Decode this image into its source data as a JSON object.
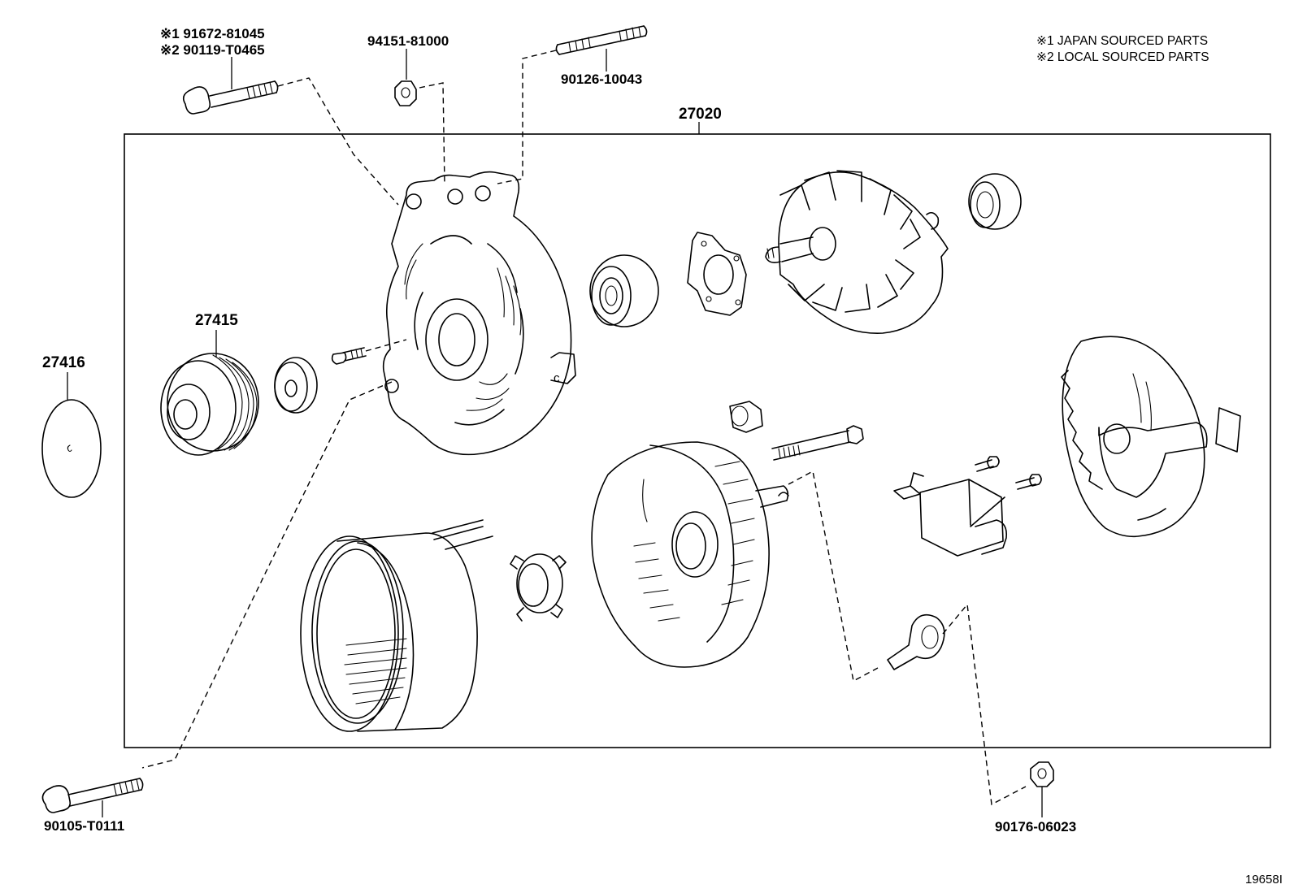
{
  "legend": {
    "japan": "※1  JAPAN SOURCED PARTS",
    "local": "※2  LOCAL SOURCED PARTS"
  },
  "assembly": {
    "ref": "27020"
  },
  "parts": {
    "bolt_top_japan": "※1 91672-81045",
    "bolt_top_local": "※2 90119-T0465",
    "nut_top": "94151-81000",
    "stud_top": "90126-10043",
    "pulley": "27415",
    "pulley_cap": "27416",
    "bolt_bottom": "90105-T0111",
    "nut_bottom": "90176-06023"
  },
  "diagram_code": "19658I",
  "icons": {
    "end_frame": "drive-end-frame-icon",
    "rotor": "rotor-icon",
    "bearing": "bearing-icon",
    "stator": "stator-icon",
    "rear_frame": "rear-end-frame-icon",
    "rear_cover": "rear-cover-icon",
    "regulator": "regulator-icon",
    "pulley": "pulley-icon"
  }
}
